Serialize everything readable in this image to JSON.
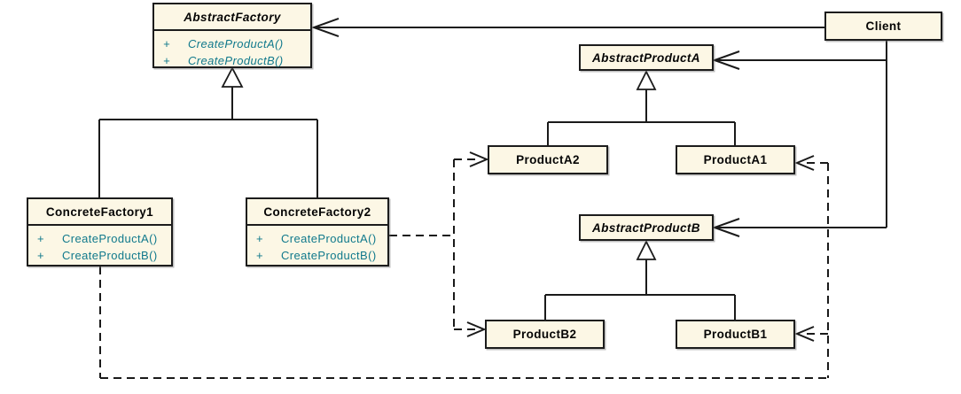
{
  "diagram": {
    "kind": "uml-class-diagram",
    "pattern": "Abstract Factory",
    "colors": {
      "box_fill": "#FCF7E5",
      "box_border": "#1C1C1C",
      "line": "#1A1A1A",
      "method_text": "#10798C",
      "title_text": "#050505",
      "background": "#FFFFFF"
    },
    "classes": [
      {
        "name": "AbstractFactory",
        "abstract": true,
        "methods": [
          {
            "vis": "+",
            "sig": "CreateProductA()"
          },
          {
            "vis": "+",
            "sig": "CreateProductB()"
          }
        ]
      },
      {
        "name": "ConcreteFactory1",
        "abstract": false,
        "methods": [
          {
            "vis": "+",
            "sig": "CreateProductA()"
          },
          {
            "vis": "+",
            "sig": "CreateProductB()"
          }
        ]
      },
      {
        "name": "ConcreteFactory2",
        "abstract": false,
        "methods": [
          {
            "vis": "+",
            "sig": "CreateProductA()"
          },
          {
            "vis": "+",
            "sig": "CreateProductB()"
          }
        ]
      },
      {
        "name": "Client",
        "abstract": false,
        "methods": []
      },
      {
        "name": "AbstractProductA",
        "abstract": true,
        "methods": []
      },
      {
        "name": "ProductA2",
        "abstract": false,
        "methods": []
      },
      {
        "name": "ProductA1",
        "abstract": false,
        "methods": []
      },
      {
        "name": "AbstractProductB",
        "abstract": true,
        "methods": []
      },
      {
        "name": "ProductB2",
        "abstract": false,
        "methods": []
      },
      {
        "name": "ProductB1",
        "abstract": false,
        "methods": []
      }
    ],
    "relationships": [
      {
        "type": "generalization",
        "from": "ConcreteFactory1",
        "to": "AbstractFactory"
      },
      {
        "type": "generalization",
        "from": "ConcreteFactory2",
        "to": "AbstractFactory"
      },
      {
        "type": "generalization",
        "from": "ProductA2",
        "to": "AbstractProductA"
      },
      {
        "type": "generalization",
        "from": "ProductA1",
        "to": "AbstractProductA"
      },
      {
        "type": "generalization",
        "from": "ProductB2",
        "to": "AbstractProductB"
      },
      {
        "type": "generalization",
        "from": "ProductB1",
        "to": "AbstractProductB"
      },
      {
        "type": "association",
        "from": "Client",
        "to": "AbstractFactory"
      },
      {
        "type": "association",
        "from": "Client",
        "to": "AbstractProductA"
      },
      {
        "type": "association",
        "from": "Client",
        "to": "AbstractProductB"
      },
      {
        "type": "dependency",
        "from": "ConcreteFactory1",
        "to": "ProductA1"
      },
      {
        "type": "dependency",
        "from": "ConcreteFactory1",
        "to": "ProductB1"
      },
      {
        "type": "dependency",
        "from": "ConcreteFactory2",
        "to": "ProductA2"
      },
      {
        "type": "dependency",
        "from": "ConcreteFactory2",
        "to": "ProductB2"
      }
    ]
  }
}
